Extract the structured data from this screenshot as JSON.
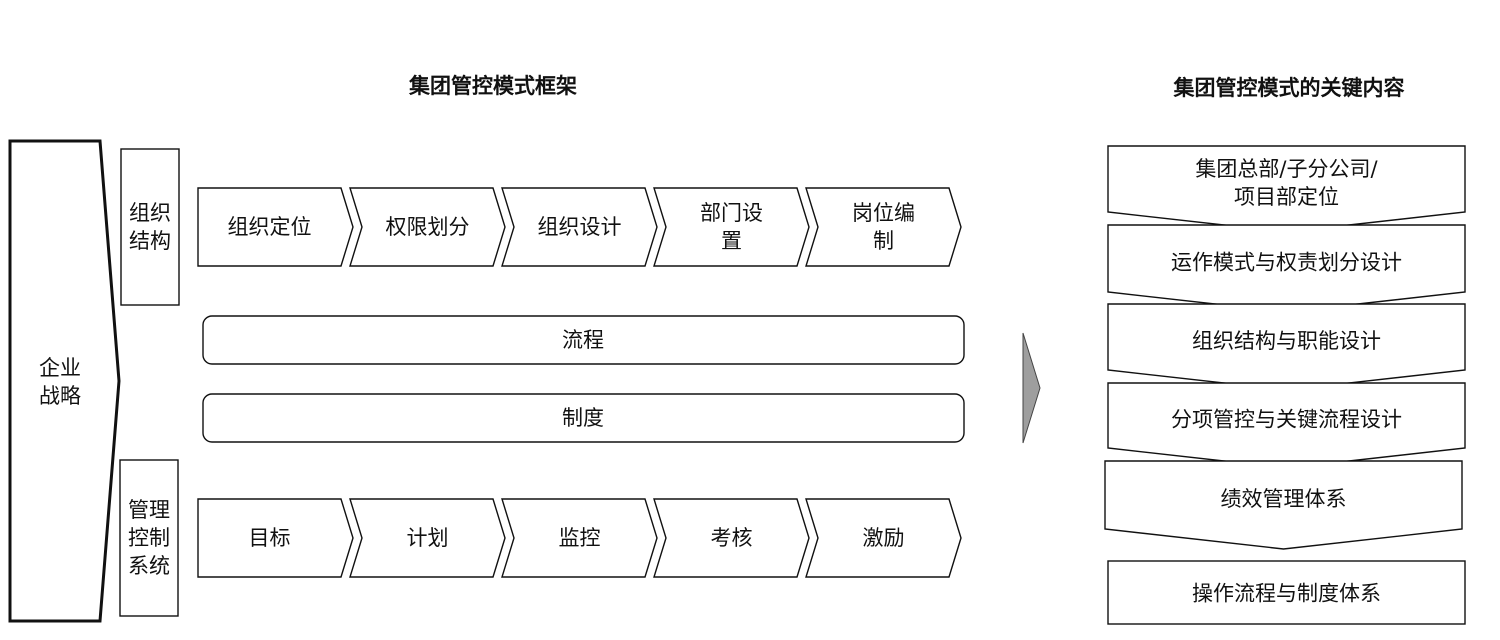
{
  "left": {
    "title": "集团管控模式框架",
    "strategy": [
      "企业",
      "战略"
    ],
    "org_structure": [
      "组织",
      "结构"
    ],
    "org_steps": [
      [
        "组织定位"
      ],
      [
        "权限划分"
      ],
      [
        "组织设计"
      ],
      [
        "部门设",
        "置"
      ],
      [
        "岗位编",
        "制"
      ]
    ],
    "process_bar": "流程",
    "system_bar": "制度",
    "mgmt_control": [
      "管理",
      "控制",
      "系统"
    ],
    "mgmt_steps": [
      [
        "目标"
      ],
      [
        "计划"
      ],
      [
        "监控"
      ],
      [
        "考核"
      ],
      [
        "激励"
      ]
    ]
  },
  "right": {
    "title": "集团管控模式的关键内容",
    "items": [
      [
        "集团总部/子分公司/",
        "项目部定位"
      ],
      [
        "运作模式与权责划分设计"
      ],
      [
        "组织结构与职能设计"
      ],
      [
        "分项管控与关键流程设计"
      ],
      [
        "绩效管理体系"
      ],
      [
        "操作流程与制度体系"
      ]
    ]
  },
  "colors": {
    "stroke": "#111111",
    "fill": "#ffffff",
    "connector_arrow": "#9e9e9e"
  }
}
